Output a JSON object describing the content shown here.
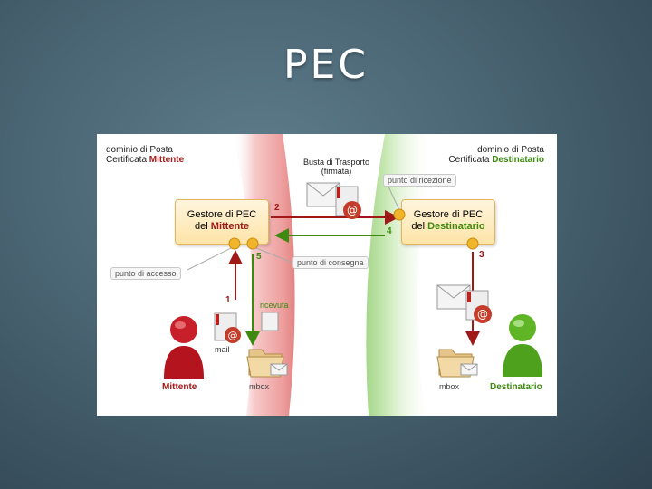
{
  "slide": {
    "title": "PEC"
  },
  "diagram": {
    "sender_domain": {
      "line1": "dominio di Posta",
      "line2_prefix": "Certificata ",
      "line2_strong": "Mittente"
    },
    "recipient_domain": {
      "line1": "dominio di Posta",
      "line2_prefix": "Certificata ",
      "line2_strong": "Destinatario"
    },
    "transport_envelope": {
      "line1": "Busta di Trasporto",
      "line2": "(firmata)"
    },
    "callouts": {
      "access_point": "punto di accesso",
      "reception_point": "punto di ricezione",
      "delivery_point": "punto di consegna"
    },
    "sender_manager": {
      "line1": "Gestore di PEC",
      "line2_prefix": "del ",
      "line2_strong": "Mittente"
    },
    "recipient_manager": {
      "line1": "Gestore di PEC",
      "line2_prefix": "del ",
      "line2_strong": "Destinatario"
    },
    "steps": {
      "s1": "1",
      "s2": "2",
      "s3": "3",
      "s4": "4",
      "s5": "5"
    },
    "labels": {
      "receipt": "ricevuta",
      "mail": "mail",
      "mbox_sender": "mbox",
      "mbox_recipient": "mbox",
      "sender": "Mittente",
      "recipient": "Destinatario"
    },
    "colors": {
      "sender": "#a01818",
      "recipient": "#3e8a10",
      "sender_band": "#f2b5b5",
      "recipient_band": "#bfe3a6"
    }
  }
}
